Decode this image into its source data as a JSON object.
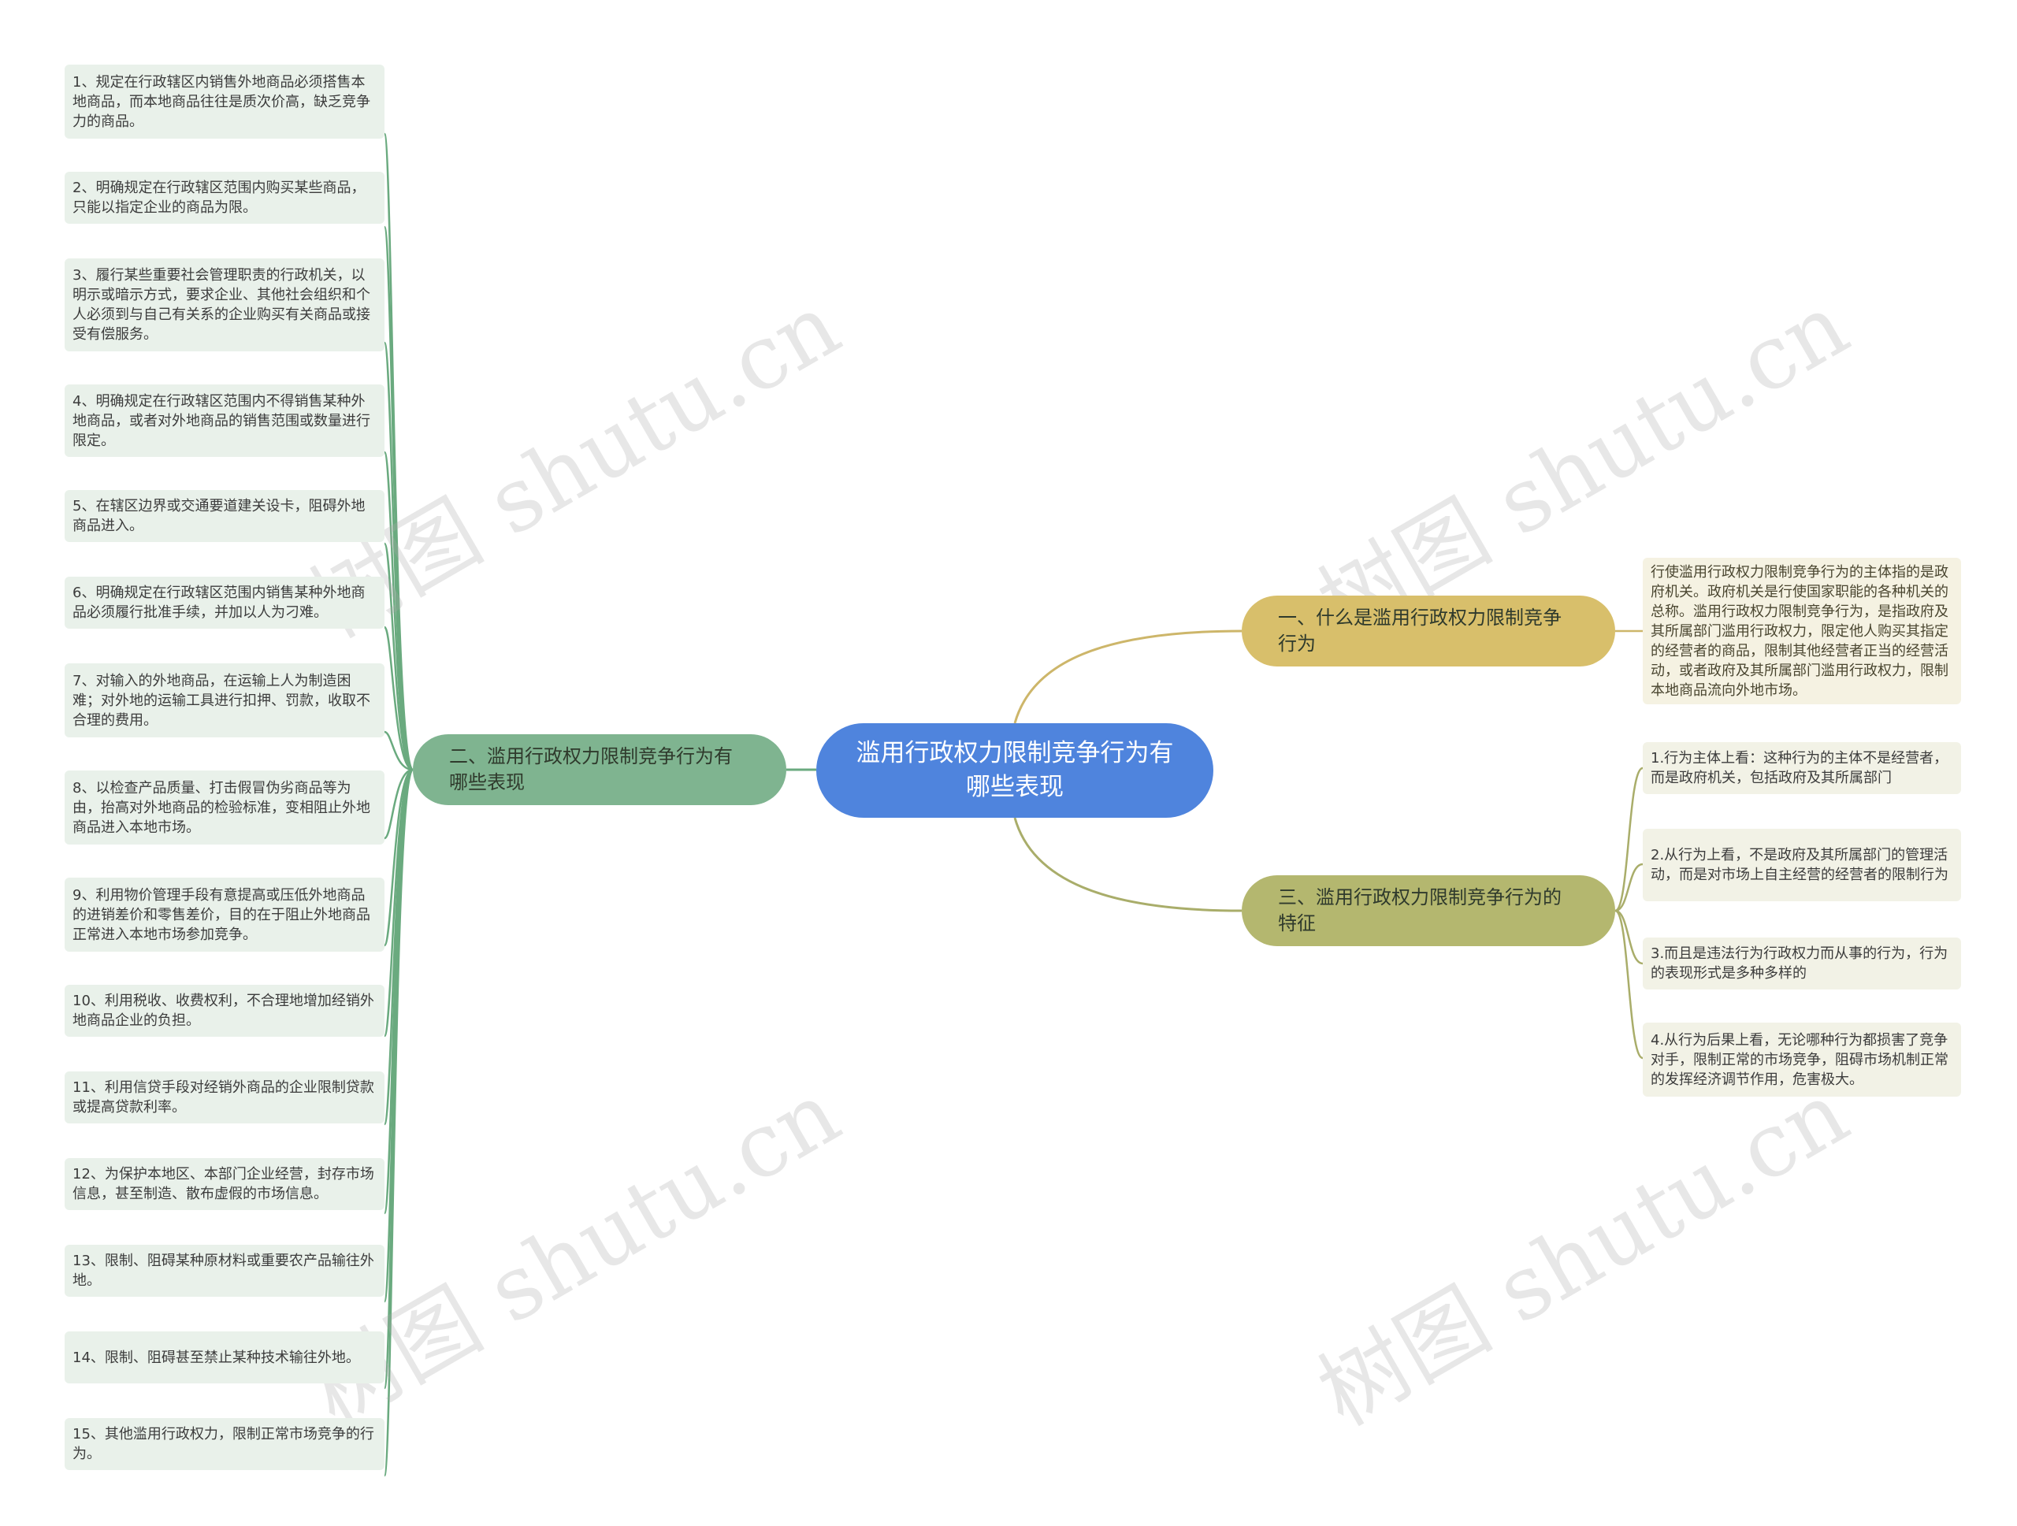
{
  "root": {
    "label": "滥用行政权力限制竞争行为有哪些表现"
  },
  "branches": [
    {
      "label": "一、什么是滥用行政权力限制竞争行为",
      "color": "#d8bf6b",
      "children": [
        "行使滥用行政权力限制竞争行为的主体指的是政府机关。政府机关是行使国家职能的各种机关的总称。滥用行政权力限制竞争行为，是指政府及其所属部门滥用行政权力，限定他人购买其指定的经营者的商品，限制其他经营者正当的经营活动，或者政府及其所属部门滥用行政权力，限制本地商品流向外地市场。"
      ]
    },
    {
      "label": "二、滥用行政权力限制竞争行为有哪些表现",
      "color": "#7fb490",
      "children": [
        "1、规定在行政辖区内销售外地商品必须搭售本地商品，而本地商品往往是质次价高，缺乏竞争力的商品。",
        "2、明确规定在行政辖区范围内购买某些商品，只能以指定企业的商品为限。",
        "3、履行某些重要社会管理职责的行政机关，以明示或暗示方式，要求企业、其他社会组织和个人必须到与自己有关系的企业购买有关商品或接受有偿服务。",
        "4、明确规定在行政辖区范围内不得销售某种外地商品，或者对外地商品的销售范围或数量进行限定。",
        "5、在辖区边界或交通要道建关设卡，阻碍外地商品进入。",
        "6、明确规定在行政辖区范围内销售某种外地商品必须履行批准手续，并加以人为刁难。",
        "7、对输入的外地商品，在运输上人为制造困难；对外地的运输工具进行扣押、罚款，收取不合理的费用。",
        "8、以检查产品质量、打击假冒伪劣商品等为由，抬高对外地商品的检验标准，变相阻止外地商品进入本地市场。",
        "9、利用物价管理手段有意提高或压低外地商品的进销差价和零售差价，目的在于阻止外地商品正常进入本地市场参加竞争。",
        "10、利用税收、收费权利，不合理地增加经销外地商品企业的负担。",
        "11、利用信贷手段对经销外商品的企业限制贷款或提高贷款利率。",
        "12、为保护本地区、本部门企业经营，封存市场信息，甚至制造、散布虚假的市场信息。",
        "13、限制、阻碍某种原材料或重要农产品输往外地。",
        "14、限制、阻碍甚至禁止某种技术输往外地。",
        "15、其他滥用行政权力，限制正常市场竞争的行为。"
      ]
    },
    {
      "label": "三、滥用行政权力限制竞争行为的特征",
      "color": "#b4b76f",
      "children": [
        "1.行为主体上看：这种行为的主体不是经营者，而是政府机关，包括政府及其所属部门",
        "2.从行为上看，不是政府及其所属部门的管理活动，而是对市场上自主经营的经营者的限制行为",
        "3.而且是违法行为行政权力而从事的行为，行为的表现形式是多种多样的",
        "4.从行为后果上看，无论哪种行为都损害了竞争对手，限制正常的市场竞争，阻碍市场机制正常的发挥经济调节作用，危害极大。"
      ]
    }
  ],
  "colors": {
    "root": "#4f84dd",
    "link_b1": "#cdb66a",
    "link_b2": "#6aaa7f",
    "link_b3": "#a9ad6a"
  },
  "watermark": "树图 shutu.cn"
}
